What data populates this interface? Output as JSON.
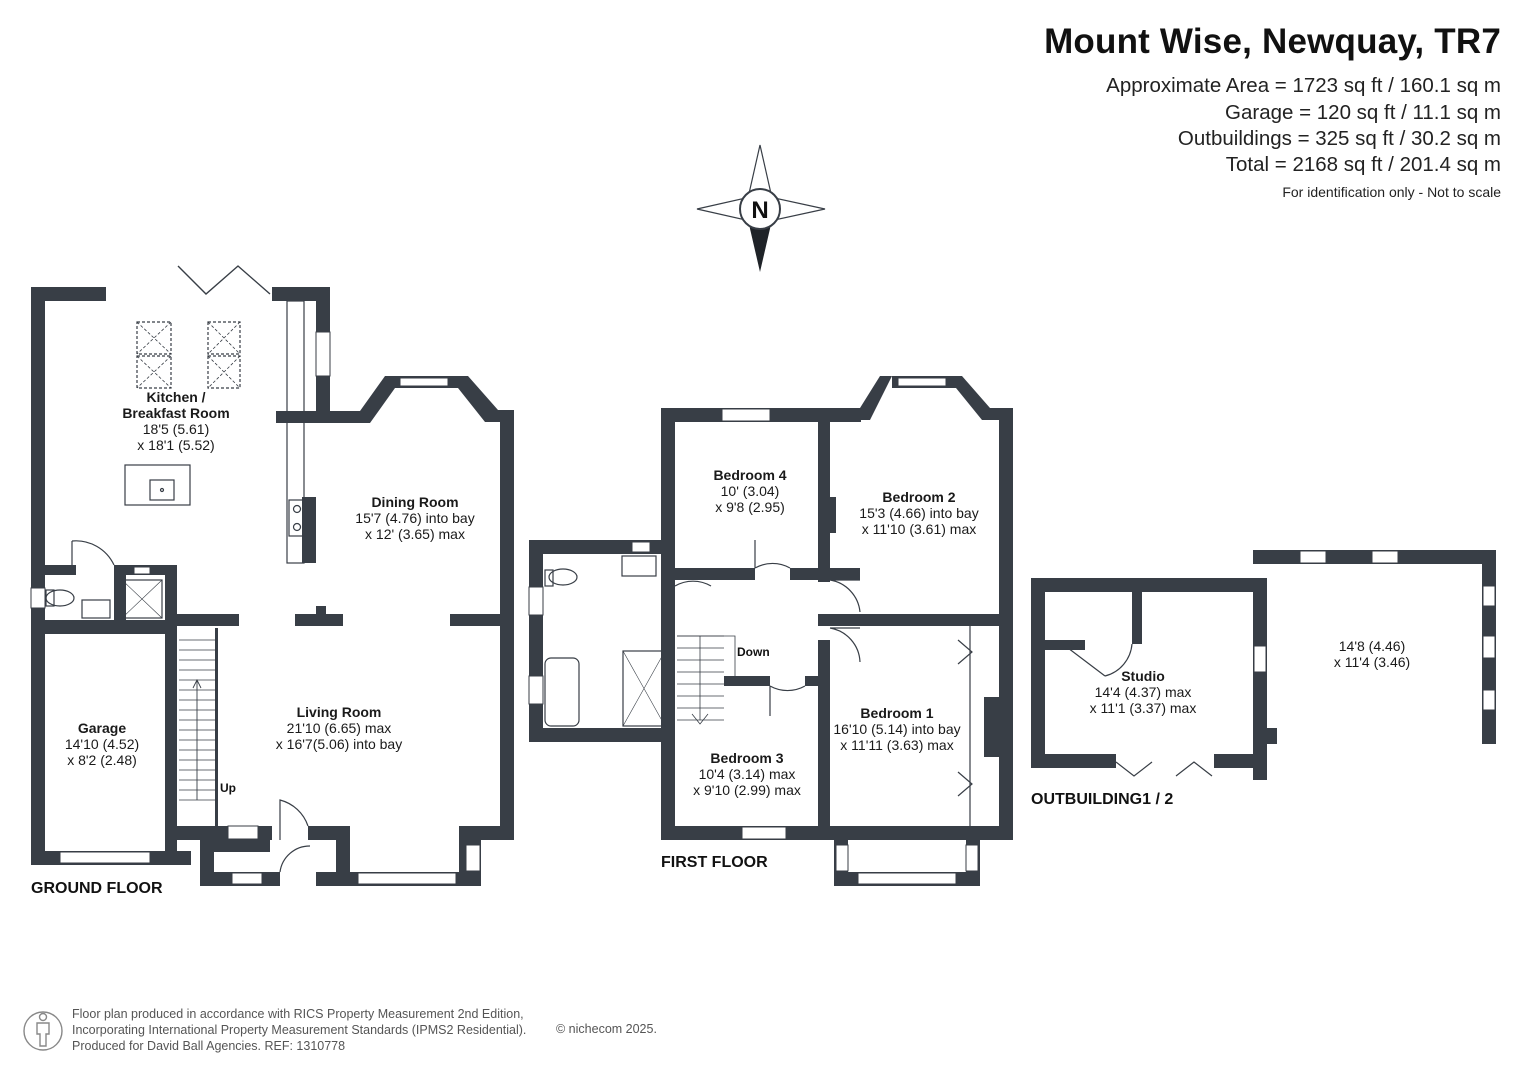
{
  "header": {
    "title": "Mount Wise, Newquay, TR7",
    "areas": [
      "Approximate Area = 1723 sq ft / 160.1 sq m",
      "Garage = 120 sq ft / 11.1 sq m",
      "Outbuildings = 325 sq ft / 30.2 sq m",
      "Total = 2168 sq ft / 201.4 sq m"
    ],
    "note": "For identification only - Not to scale"
  },
  "compass": {
    "label": "N"
  },
  "floors": {
    "ground": "GROUND FLOOR",
    "first": "FIRST FLOOR",
    "outbuilding": "OUTBUILDING1 / 2"
  },
  "rooms": {
    "kitchen": {
      "name": "Kitchen /\nBreakfast Room",
      "name1": "Kitchen /",
      "name2": "Breakfast Room",
      "dim1": "18'5 (5.61)",
      "dim2": "x 18'1 (5.52)"
    },
    "dining": {
      "name": "Dining Room",
      "dim1": "15'7 (4.76) into bay",
      "dim2": "x 12' (3.65) max"
    },
    "living": {
      "name": "Living Room",
      "dim1": "21'10 (6.65) max",
      "dim2": "x 16'7(5.06) into bay"
    },
    "garage": {
      "name": "Garage",
      "dim1": "14'10 (4.52)",
      "dim2": "x 8'2 (2.48)"
    },
    "bed4": {
      "name": "Bedroom 4",
      "dim1": "10' (3.04)",
      "dim2": "x 9'8 (2.95)"
    },
    "bed2": {
      "name": "Bedroom 2",
      "dim1": "15'3 (4.66) into bay",
      "dim2": "x 11'10 (3.61) max"
    },
    "bed1": {
      "name": "Bedroom 1",
      "dim1": "16'10 (5.14) into bay",
      "dim2": "x 11'11 (3.63) max"
    },
    "bed3": {
      "name": "Bedroom 3",
      "dim1": "10'4 (3.14) max",
      "dim2": "x 9'10 (2.99) max"
    },
    "studio": {
      "name": "Studio",
      "dim1": "14'4 (4.37) max",
      "dim2": "x 11'1 (3.37) max"
    },
    "outbuilding2": {
      "dim1": "14'8 (4.46)",
      "dim2": "x 11'4 (3.46)"
    }
  },
  "stairs": {
    "up": "Up",
    "down": "Down"
  },
  "footer": {
    "lines": [
      "Floor plan produced in accordance with RICS Property Measurement 2nd Edition,",
      "Incorporating International Property Measurement Standards (IPMS2 Residential).",
      "Produced for David Ball Agencies.   REF:  1310778"
    ],
    "copyright": "© nichecom 2025."
  },
  "colors": {
    "wall": "#383e46",
    "text": "#1f2328",
    "footer": "#555555"
  }
}
